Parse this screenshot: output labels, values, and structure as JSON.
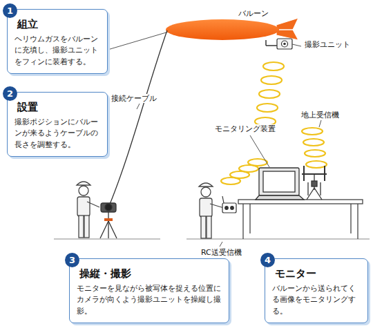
{
  "diagram": {
    "nodes": [
      {
        "text": [
          "1",
          "組立",
          "ヘリウムガスをバルーンに充填し、撮影ユニットをフィンに装着する。"
        ]
      },
      {
        "text": [
          "2",
          "設置",
          "撮影ポジションにバルーンが来るようケーブルの長さを調整する。"
        ]
      },
      {
        "text": [
          "3",
          "操縦・撮影",
          "モニターを見ながら被写体を捉える位置にカメラが向くよう撮影ユニットを操縦し撮影。"
        ]
      },
      {
        "text": [
          "4",
          "モニター",
          "バルーンから送られてくる画像をモニタリングする。"
        ]
      }
    ],
    "labels": [
      "バルーン",
      "撮影ユニット",
      "接続ケーブル",
      "モニタリング装置",
      "地上受信機",
      "RC送受信機"
    ]
  }
}
